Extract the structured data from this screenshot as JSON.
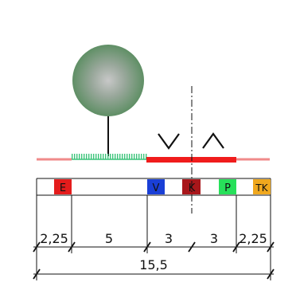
{
  "utility_labels": {
    "e": "E",
    "v": "V",
    "k": "K",
    "p": "P",
    "tk": "TK"
  },
  "widths": {
    "seg1": "2,25",
    "seg2": "5",
    "seg3": "3",
    "seg4": "3",
    "seg5": "2,25",
    "total": "15,5"
  },
  "colors": {
    "e": "#e41c1c",
    "v": "#1a3fd6",
    "k": "#a8161a",
    "p": "#27e05a",
    "tk": "#f0a81e",
    "road": "#f01c1c",
    "road_edge": "#f08a8a",
    "grass": "#3cc47a",
    "tree_crown": "#5f8f65"
  }
}
